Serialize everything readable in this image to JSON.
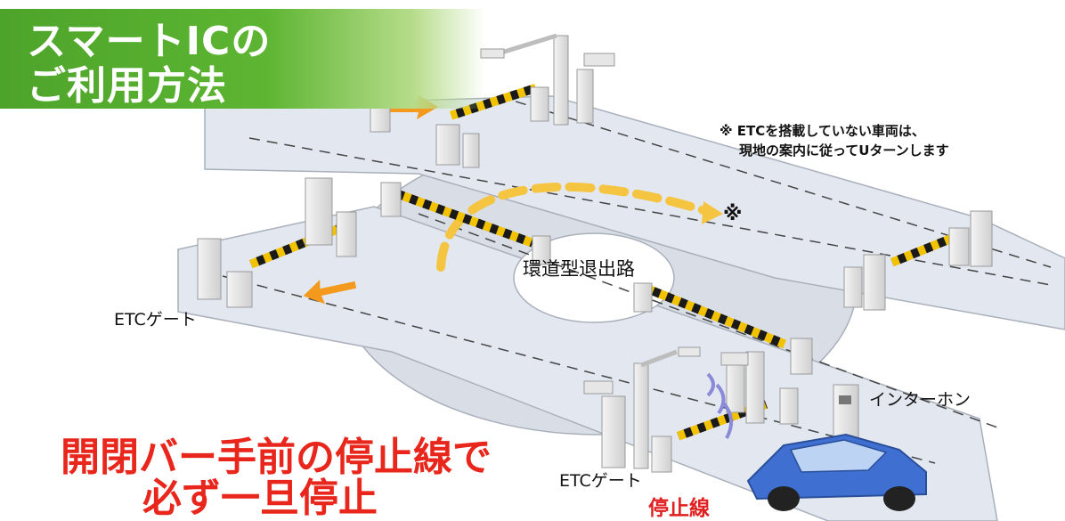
{
  "title": {
    "line1": "スマートICの",
    "line2": "ご利用方法"
  },
  "note": {
    "line1": "※ ETCを搭載していない車両は、",
    "line2": "現地の案内に従ってUターンします"
  },
  "reference_mark": "※",
  "loop_label": "環道型退出路",
  "etc_gate_left": "ETCゲート",
  "etc_gate_bottom": "ETCゲート",
  "intercom_label": "インターホン",
  "stop_line_label": "停止線",
  "warning": {
    "line1": "開閉バー手前の停止線で",
    "line2": "必ず一旦停止"
  },
  "colors": {
    "title_green": "#5db532",
    "warning_red": "#e8261b",
    "road": "#e3e8f0",
    "arrow_orange": "#f39a1e",
    "car_blue": "#3f6fd0"
  },
  "icons": [
    "car-icon",
    "intercom-icon",
    "etc-antenna-icon",
    "lamp-post-icon"
  ]
}
